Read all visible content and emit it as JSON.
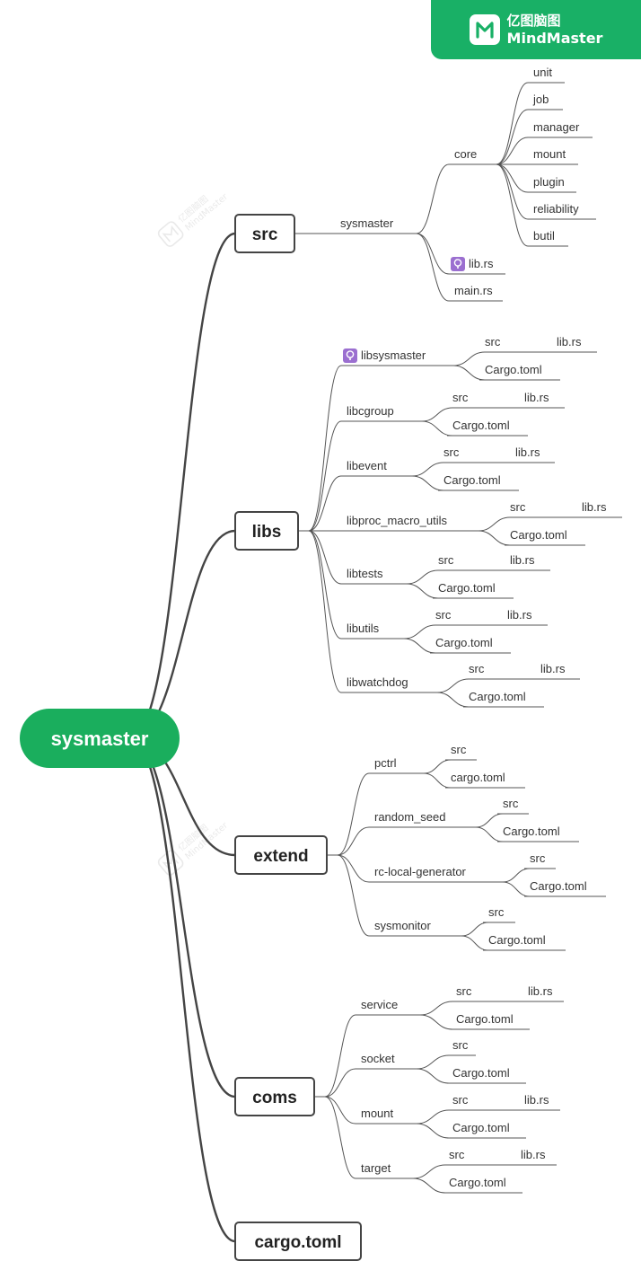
{
  "branding": {
    "brand_cn": "亿图脑图",
    "brand_en": "MindMaster",
    "logo": "mindmaster-logo-icon",
    "color": "#19b066"
  },
  "watermark": {
    "cn": "亿图脑图",
    "en": "MindMaster"
  },
  "root": {
    "label": "sysmaster",
    "color": "#1aae5d"
  },
  "branches": [
    {
      "label": "src",
      "children": [
        {
          "label": "sysmaster",
          "children": [
            {
              "label": "core",
              "children": [
                {
                  "label": "unit"
                },
                {
                  "label": "job"
                },
                {
                  "label": "manager"
                },
                {
                  "label": "mount"
                },
                {
                  "label": "plugin"
                },
                {
                  "label": "reliability"
                },
                {
                  "label": "butil"
                }
              ]
            },
            {
              "label": "lib.rs",
              "icon": "idea-bulb-icon"
            },
            {
              "label": "main.rs"
            }
          ]
        }
      ]
    },
    {
      "label": "libs",
      "children": [
        {
          "label": "libsysmaster",
          "icon": "idea-bulb-icon",
          "children": [
            {
              "label": "src",
              "children": [
                {
                  "label": "lib.rs"
                }
              ]
            },
            {
              "label": "Cargo.toml"
            }
          ]
        },
        {
          "label": "libcgroup",
          "children": [
            {
              "label": "src",
              "children": [
                {
                  "label": "lib.rs"
                }
              ]
            },
            {
              "label": "Cargo.toml"
            }
          ]
        },
        {
          "label": "libevent",
          "children": [
            {
              "label": "src",
              "children": [
                {
                  "label": "lib.rs"
                }
              ]
            },
            {
              "label": "Cargo.toml"
            }
          ]
        },
        {
          "label": "libproc_macro_utils",
          "children": [
            {
              "label": "src",
              "children": [
                {
                  "label": "lib.rs"
                }
              ]
            },
            {
              "label": "Cargo.toml"
            }
          ]
        },
        {
          "label": "libtests",
          "children": [
            {
              "label": "src",
              "children": [
                {
                  "label": "lib.rs"
                }
              ]
            },
            {
              "label": "Cargo.toml"
            }
          ]
        },
        {
          "label": "libutils",
          "children": [
            {
              "label": "src",
              "children": [
                {
                  "label": "lib.rs"
                }
              ]
            },
            {
              "label": "Cargo.toml"
            }
          ]
        },
        {
          "label": "libwatchdog",
          "children": [
            {
              "label": "src",
              "children": [
                {
                  "label": "lib.rs"
                }
              ]
            },
            {
              "label": "Cargo.toml"
            }
          ]
        }
      ]
    },
    {
      "label": "extend",
      "children": [
        {
          "label": "pctrl",
          "children": [
            {
              "label": "src"
            },
            {
              "label": "cargo.toml"
            }
          ]
        },
        {
          "label": "random_seed",
          "children": [
            {
              "label": "src"
            },
            {
              "label": "Cargo.toml"
            }
          ]
        },
        {
          "label": "rc-local-generator",
          "children": [
            {
              "label": "src"
            },
            {
              "label": "Cargo.toml"
            }
          ]
        },
        {
          "label": "sysmonitor",
          "children": [
            {
              "label": "src"
            },
            {
              "label": "Cargo.toml"
            }
          ]
        }
      ]
    },
    {
      "label": "coms",
      "children": [
        {
          "label": "service",
          "children": [
            {
              "label": "src",
              "children": [
                {
                  "label": "lib.rs"
                }
              ]
            },
            {
              "label": "Cargo.toml"
            }
          ]
        },
        {
          "label": "socket",
          "children": [
            {
              "label": "src"
            },
            {
              "label": "Cargo.toml"
            }
          ]
        },
        {
          "label": "mount",
          "children": [
            {
              "label": "src",
              "children": [
                {
                  "label": "lib.rs"
                }
              ]
            },
            {
              "label": "Cargo.toml"
            }
          ]
        },
        {
          "label": "target",
          "children": [
            {
              "label": "src",
              "children": [
                {
                  "label": "lib.rs"
                }
              ]
            },
            {
              "label": "Cargo.toml"
            }
          ]
        }
      ]
    },
    {
      "label": "cargo.toml"
    }
  ]
}
